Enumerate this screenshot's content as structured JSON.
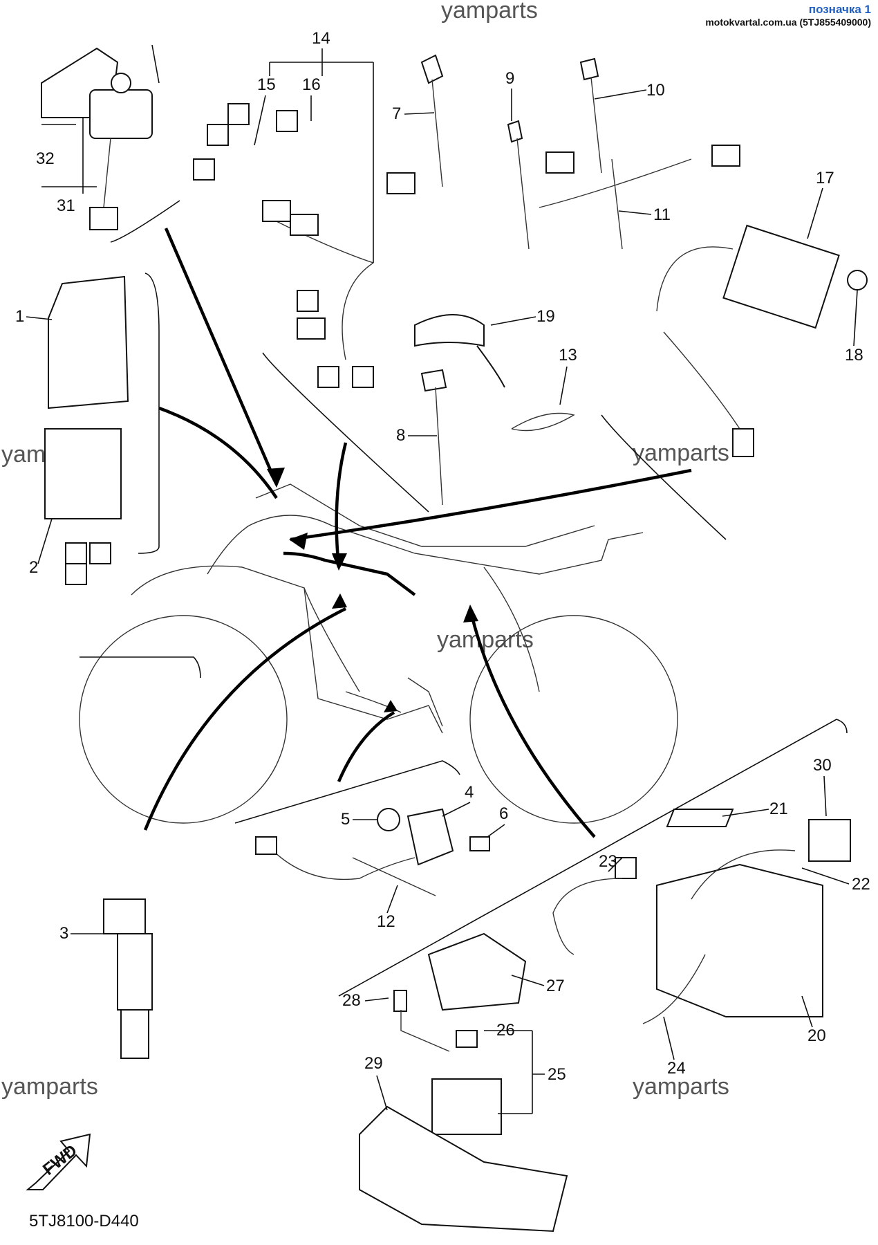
{
  "header": {
    "title": "позначка 1",
    "subtitle": "motokvartal.com.ua (5TJ855409000)"
  },
  "watermark": "yamparts",
  "diagram_code": "5TJ8100-D440",
  "fwd_label": "FWD",
  "callouts": [
    "1",
    "2",
    "3",
    "4",
    "5",
    "6",
    "7",
    "8",
    "9",
    "10",
    "11",
    "12",
    "13",
    "14",
    "15",
    "16",
    "17",
    "18",
    "19",
    "20",
    "21",
    "22",
    "23",
    "24",
    "25",
    "26",
    "27",
    "28",
    "29",
    "30",
    "31",
    "32"
  ],
  "icons": {
    "fwd": "fwd-arrow-icon"
  }
}
